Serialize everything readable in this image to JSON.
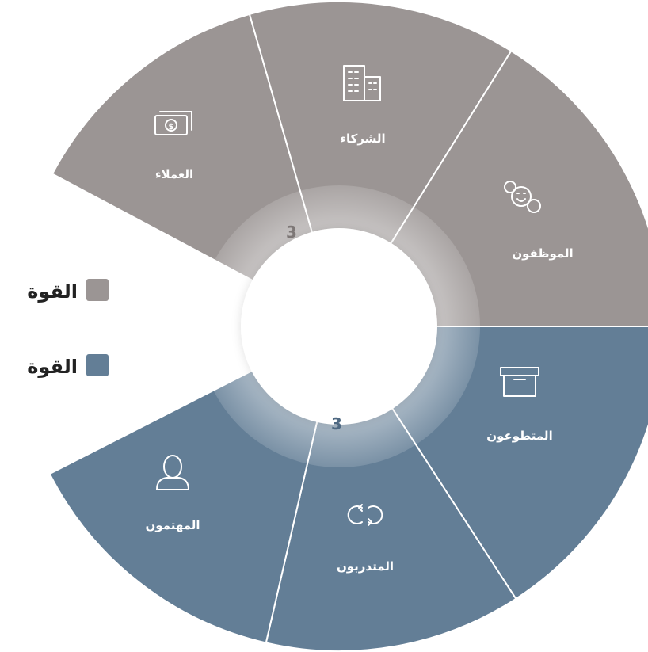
{
  "colors": {
    "gray_group": "#9B9594",
    "blue_group": "#637E96",
    "center": "#ffffff",
    "count_gray": "#7d7776",
    "count_blue": "#4f6982"
  },
  "groups": [
    {
      "legend_label": "القوة",
      "count": "3",
      "segments": [
        {
          "label": "العملاء",
          "icon": "money-icon"
        },
        {
          "label": "الشركاء",
          "icon": "building-icon"
        },
        {
          "label": "الموظفون",
          "icon": "happy-faces-icon"
        }
      ]
    },
    {
      "legend_label": "القوة",
      "count": "3",
      "segments": [
        {
          "label": "المتطوعون",
          "icon": "archive-box-icon"
        },
        {
          "label": "المتدربون",
          "icon": "refresh-cycle-icon"
        },
        {
          "label": "المهتمون",
          "icon": "person-icon"
        }
      ]
    }
  ]
}
